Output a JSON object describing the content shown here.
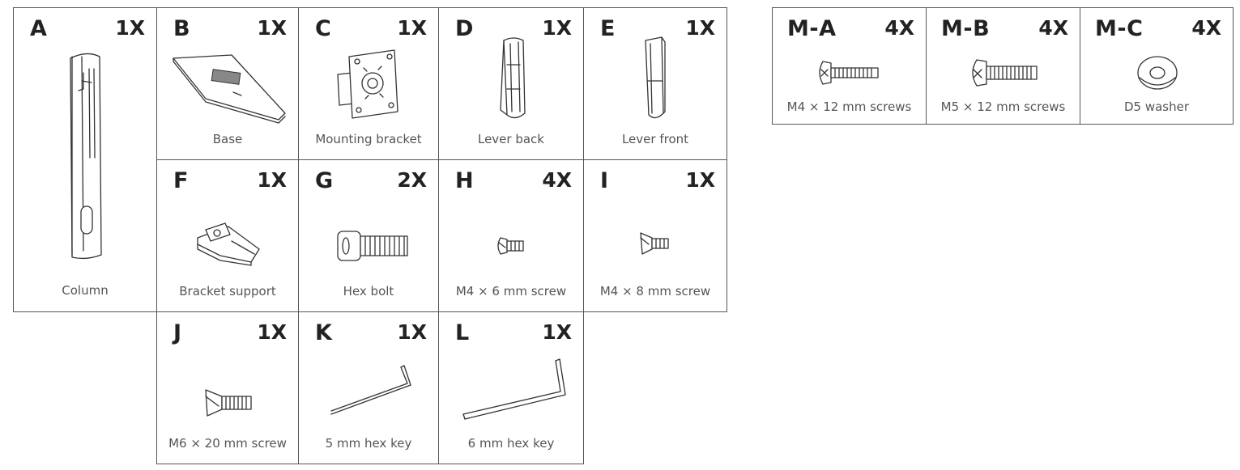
{
  "parts": [
    {
      "id": "A",
      "qty": "1X",
      "label": "Column"
    },
    {
      "id": "B",
      "qty": "1X",
      "label": "Base"
    },
    {
      "id": "C",
      "qty": "1X",
      "label": "Mounting bracket"
    },
    {
      "id": "D",
      "qty": "1X",
      "label": "Lever back"
    },
    {
      "id": "E",
      "qty": "1X",
      "label": "Lever front"
    },
    {
      "id": "F",
      "qty": "1X",
      "label": "Bracket support"
    },
    {
      "id": "G",
      "qty": "2X",
      "label": "Hex bolt"
    },
    {
      "id": "H",
      "qty": "4X",
      "label": "M4 × 6 mm screw"
    },
    {
      "id": "I",
      "qty": "1X",
      "label": "M4 × 8 mm screw"
    },
    {
      "id": "J",
      "qty": "1X",
      "label": "M6 × 20 mm screw"
    },
    {
      "id": "K",
      "qty": "1X",
      "label": "5 mm hex key"
    },
    {
      "id": "L",
      "qty": "1X",
      "label": "6 mm hex key"
    }
  ],
  "hardware": [
    {
      "id": "M-A",
      "qty": "4X",
      "label": "M4 × 12 mm screws"
    },
    {
      "id": "M-B",
      "qty": "4X",
      "label": "M5 × 12 mm screws"
    },
    {
      "id": "M-C",
      "qty": "4X",
      "label": "D5 washer"
    }
  ]
}
